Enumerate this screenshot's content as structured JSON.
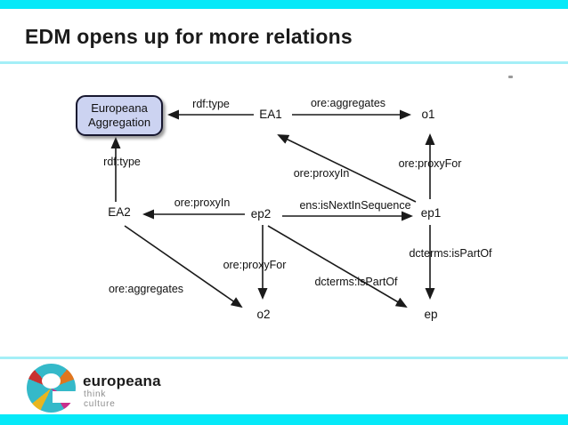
{
  "slide": {
    "title": "EDM opens up for more relations"
  },
  "colors": {
    "accent_cyan": "#06E9F8",
    "divider_cyan": "#A4EFF7",
    "box_fill": "#CCD3F1",
    "box_border": "#181830",
    "line_color": "#1A1A1A"
  },
  "diagram": {
    "nodes": {
      "aggregation_line1": "Europeana",
      "aggregation_line2": "Aggregation",
      "ea1": "EA1",
      "o1": "o1",
      "ea2": "EA2",
      "ep2": "ep2",
      "ep1": "ep1",
      "o2": "o2",
      "ep": "ep"
    },
    "edges": {
      "rdftype_ea1": "rdf:type",
      "aggregates_top": "ore:aggregates",
      "rdftype_ea2": "rdf:type",
      "proxyin_ep2": "ore:proxyIn",
      "nextinsequence": "ens:isNextInSequence",
      "proxyin_ep1": "ore:proxyIn",
      "proxyfor_ep1": "ore:proxyFor",
      "aggregates_bottom": "ore:aggregates",
      "proxyfor_ep2": "ore:proxyFor",
      "ispartof_ep2": "dcterms:isPartOf",
      "ispartof_ep1": "dcterms:isPartOf"
    }
  },
  "footer": {
    "logo_name": "europeana",
    "logo_tagline": "think culture"
  }
}
